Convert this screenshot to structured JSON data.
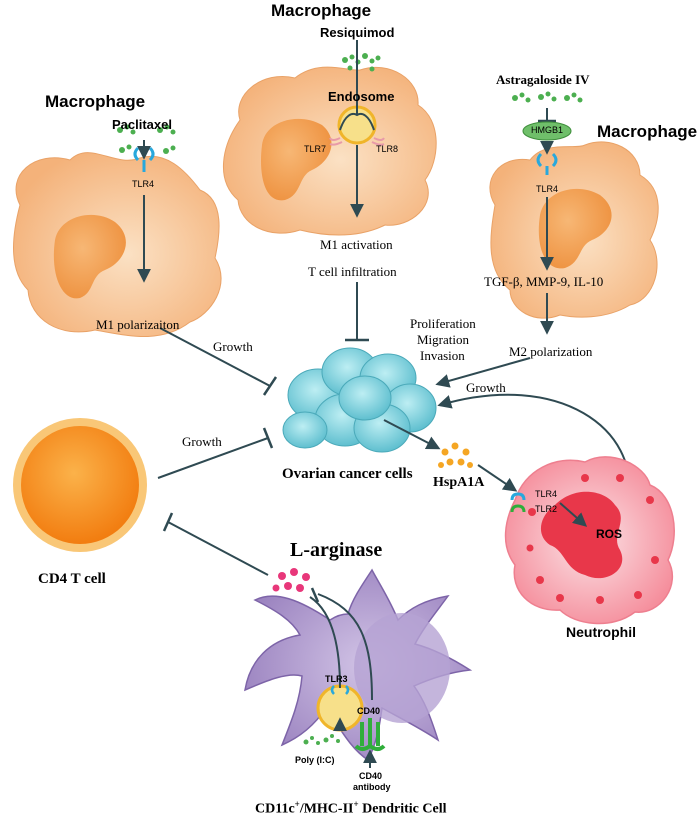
{
  "macrophage_left": {
    "title": "Macrophage",
    "drug": "Paclitaxel",
    "receptor": "TLR4",
    "outcome": "M1 polarizaiton"
  },
  "macrophage_center": {
    "title": "Macrophage",
    "drug": "Resiquimod",
    "organelle": "Endosome",
    "receptor_a": "TLR7",
    "receptor_b": "TLR8",
    "outcome_a": "M1 activation",
    "outcome_b": "T cell infiltration"
  },
  "macrophage_right": {
    "title": "Macrophage",
    "drug": "Astragaloside IV",
    "protein": "HMGB1",
    "receptor": "TLR4",
    "cytokines": "TGF-β, MMP-9, IL-10",
    "outcome": "M2 polarization"
  },
  "tumor": {
    "label": "Ovarian cancer cells",
    "effects_line1": "Proliferation",
    "effects_line2": "Migration",
    "effects_line3": "Invasion"
  },
  "edges": {
    "growth_left_macrophage": "Growth",
    "growth_cd4": "Growth",
    "growth_neutrophil": "Growth"
  },
  "cd4": {
    "label": "CD4 T cell"
  },
  "hsp": {
    "label": "HspA1A"
  },
  "neutrophil": {
    "label": "Neutrophil",
    "receptor_a": "TLR4",
    "receptor_b": "TLR2",
    "product": "ROS"
  },
  "dendritic": {
    "enzyme": "L-arginase",
    "receptor_a": "TLR3",
    "receptor_b": "CD40",
    "ligand": "Poly (I:C)",
    "antibody_line1": "CD40",
    "antibody_line2": "antibody",
    "caption_a": "CD11c",
    "caption_sup_a": "+",
    "caption_b": "/MHC-II",
    "caption_sup_b": "+",
    "caption_c": " Dendritic Cell"
  },
  "colors": {
    "macrophage_fill": "#f7be8a",
    "macrophage_nucleus": "#f29c4a",
    "tumor_fill": "#6fc9d6",
    "cd4_fill": "#f68a1e",
    "neutrophil_fill": "#f7a0ab",
    "dendritic_fill": "#a690c6",
    "arrow": "#2f4a52"
  }
}
